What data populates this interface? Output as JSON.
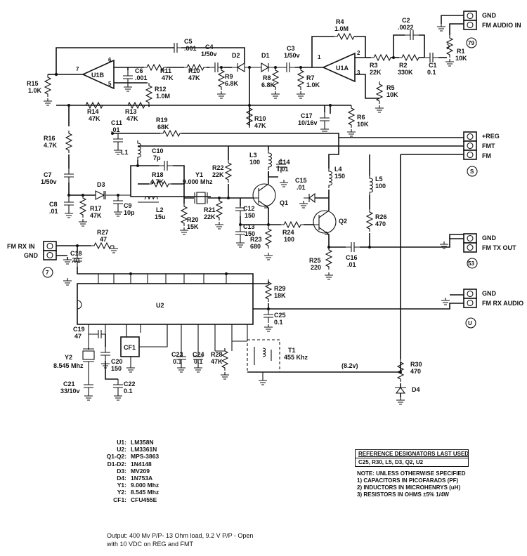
{
  "labels": {
    "R1": "R1",
    "R1v": "10K",
    "R2": "R2",
    "R2v": "330K",
    "R3": "R3",
    "R3v": "22K",
    "R4": "R4",
    "R4v": "1.0M",
    "R5": "R5",
    "R5v": "10K",
    "R6": "R6",
    "R6v": "10K",
    "R7": "R7",
    "R7v": "1.0K",
    "R8": "R8",
    "R8v": "6.8K",
    "R9": "R9",
    "R9v": "6.8K",
    "R10a": "R10",
    "R10av": "47K",
    "R10b": "R10",
    "R10bv": "47K",
    "R11": "R11",
    "R11v": "47K",
    "R12": "R12",
    "R12v": "1.0M",
    "R13": "R13",
    "R13v": "47K",
    "R14": "R14",
    "R14v": "47K",
    "R15": "R15",
    "R15v": "1.0K",
    "R16": "R16",
    "R16v": "4.7K",
    "R17": "R17",
    "R17v": "47K",
    "R18": "R18",
    "R18v": "4.7K",
    "R19": "R19",
    "R19v": "68K",
    "R20": "R20",
    "R20v": "15K",
    "R21": "R21",
    "R21v": "22K",
    "R22": "R22",
    "R22v": "22K",
    "R23": "R23",
    "R23v": "680",
    "R24": "R24",
    "R24v": "100",
    "R25": "R25",
    "R25v": "220",
    "R26": "R26",
    "R26v": "470",
    "R27": "R27",
    "R27v": "47",
    "R28": "R28",
    "R28v": "47K",
    "R29": "R29",
    "R29v": "18K",
    "R30": "R30",
    "R30v": "470",
    "C1": "C1",
    "C1v": "0.1",
    "C2": "C2",
    "C2v": ".0022",
    "C3": "C3",
    "C3v": "1/50v",
    "C4": "C4",
    "C4v": "1/50v",
    "C5": "C5",
    "C5v": ".001",
    "C6": "C6",
    "C6v": ".001",
    "C7": "C7",
    "C7v": "1/50v",
    "C8": "C8",
    "C8v": ".01",
    "C9": "C9",
    "C9v": "10p",
    "C10": "C10",
    "C10v": "7p",
    "C11": "C11",
    "C11v": ".01",
    "C12": "C12",
    "C12v": "150",
    "C13": "C13",
    "C13v": "150",
    "C14": "C14",
    "C14v": ".01",
    "C15": "C15",
    "C15v": ".01",
    "C16": "C16",
    "C16v": ".01",
    "C17": "C17",
    "C17v": "10/16v",
    "C18": "C18",
    "C18v": ".01",
    "C19": "C19",
    "C19v": "47",
    "C20": "C20",
    "C20v": "150",
    "C21": "C21",
    "C21v": "33/10v",
    "C22": "C22",
    "C22v": "0.1",
    "C23": "C23",
    "C23v": "0.1",
    "C24": "C24",
    "C24v": "0.1",
    "C25": "C25",
    "C25v": "0.1",
    "D1": "D1",
    "D2": "D2",
    "D3": "D3",
    "D4": "D4",
    "L1": "L1",
    "L2": "L2",
    "L2v": "15u",
    "L3": "L3",
    "L3v": "100",
    "L4": "L4",
    "L4v": "150",
    "L5": "L5",
    "L5v": "100",
    "Q1": "Q1",
    "Q2": "Q2",
    "Y1": "Y1",
    "Y1v": "9.000 Mhz",
    "Y2": "Y2",
    "Y2v": "8.545 Mhz",
    "T1": "T1",
    "T1v": "455 Khz",
    "CF1": "CF1",
    "U1A": "U1A",
    "U1B": "U1B",
    "U2": "U2",
    "pin1": "1",
    "pin2": "2",
    "pin3": "3",
    "pin5": "5",
    "pin6": "6",
    "pin7": "7",
    "vbus": "(8.2v)"
  },
  "connectors": {
    "gnd1": "GND",
    "fm_audio_in": "FM AUDIO IN",
    "tag79": "79",
    "reg": "+REG",
    "fmt": "FMT",
    "fm": "FM",
    "tagS": "S",
    "gnd2": "GND",
    "fm_tx_out": "FM TX OUT",
    "tag53": "53",
    "gnd3": "GND",
    "fm_rx_audio": "FM RX AUDIO",
    "tagU": "U",
    "fm_rx_in": "FM RX IN",
    "gnd4": "GND",
    "tag7": "7"
  },
  "parts_list": [
    {
      "ref": "U1:",
      "part": "LM358N"
    },
    {
      "ref": "U2:",
      "part": "LM3361N"
    },
    {
      "ref": "Q1-Q2:",
      "part": "MPS-3863"
    },
    {
      "ref": "D1-D2:",
      "part": "1N4148"
    },
    {
      "ref": "D3:",
      "part": "MV209"
    },
    {
      "ref": "D4:",
      "part": "1N753A"
    },
    {
      "ref": "Y1:",
      "part": "9.000 Mhz"
    },
    {
      "ref": "Y2:",
      "part": "8.545 Mhz"
    },
    {
      "ref": "CF1:",
      "part": "CFU455E"
    }
  ],
  "ref_box": {
    "title": "REFERENCE DESIGNATORS LAST USED",
    "values": "C25, R30, L5, D3, Q2, U2"
  },
  "notes": {
    "heading": "NOTE: UNLESS OTHERWISE SPECIFIED",
    "n1": "1) CAPACITORS IN PICOFARADS (PF)",
    "n2": "2) INDUCTORS IN MICROHENRYS (uH)",
    "n3": "3) RESISTORS IN OHMS ±5% 1/4W"
  },
  "output_note": {
    "line1": "Output: 400 Mv  P/P- 13 Ohm load, 9.2 V P/P - Open",
    "line2": "with 10 VDC on REG and FMT"
  }
}
